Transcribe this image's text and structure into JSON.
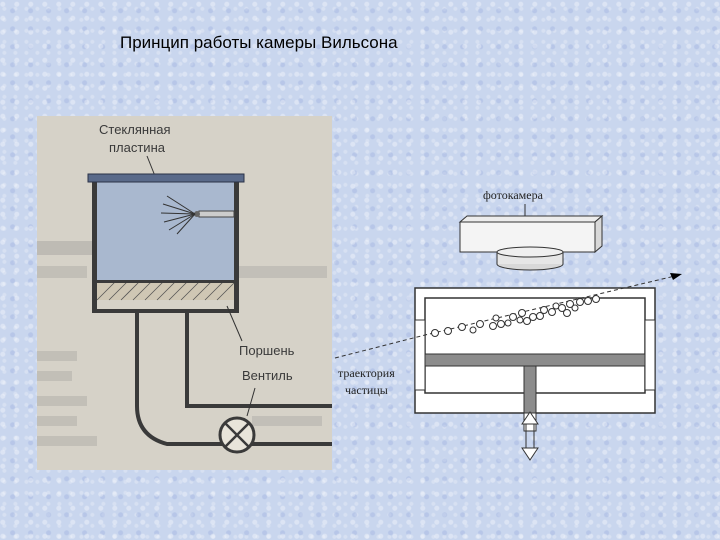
{
  "title": "Принцип работы камеры Вильсона",
  "left_diagram": {
    "labels": {
      "glass_plate_line1": "Стеклянная",
      "glass_plate_line2": "пластина",
      "piston": "Поршень",
      "valve": "Вентиль"
    }
  },
  "right_diagram": {
    "labels": {
      "camera": "фотокамера",
      "trajectory_line1": "траектория",
      "trajectory_line2": "частицы"
    }
  },
  "colors": {
    "background": "#c9d6ee",
    "chamber_fill": "#a9b8cf",
    "glass_plate": "#5a6a8a",
    "piston_fill": "#8c8c8c"
  }
}
